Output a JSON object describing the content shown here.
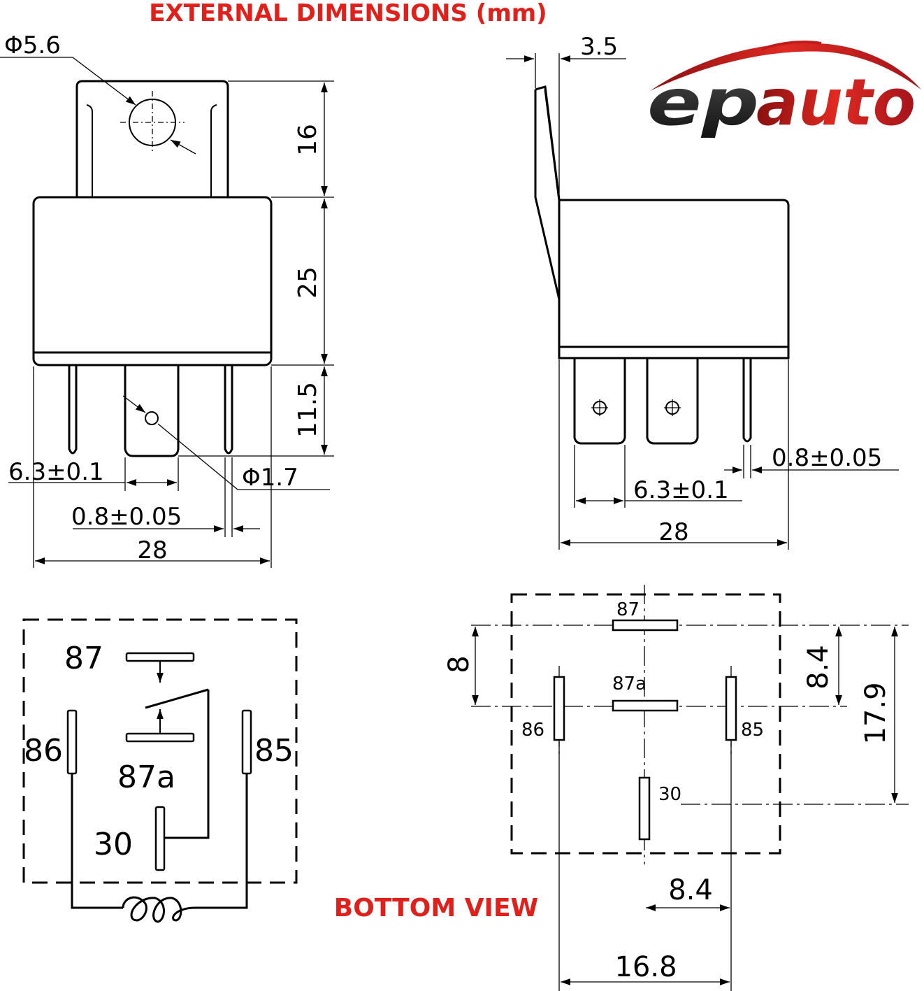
{
  "title": "EXTERNAL DIMENSIONS (mm)",
  "bottom_view_label": "BOTTOM VIEW",
  "brand": {
    "prefix": "ep",
    "suffix": "auto",
    "accent_color": "#d21f1f"
  },
  "front_view": {
    "hole_diameter": "Φ5.6",
    "bracket_height": "16",
    "body_height": "25",
    "pin_length": "11.5",
    "pin_hole_diameter": "Φ1.7",
    "blade_width": "6.3±0.1",
    "pin_thickness": "0.8±0.05",
    "body_width": "28"
  },
  "side_view": {
    "bracket_thickness": "3.5",
    "pin_thickness": "0.8±0.05",
    "blade_width": "6.3±0.1",
    "body_width": "28"
  },
  "schematic": {
    "pins": [
      "87",
      "86",
      "85",
      "87a",
      "30"
    ]
  },
  "bottom_view": {
    "pins": [
      "87",
      "87a",
      "86",
      "85",
      "30"
    ],
    "dim_87_to_87a": "8",
    "dim_87_to_coil": "8.4",
    "dim_87_to_30": "17.9",
    "dim_30_to_85": "8.4",
    "dim_86_to_85": "16.8"
  },
  "colors": {
    "title": "#e0201b",
    "line": "#000000"
  }
}
